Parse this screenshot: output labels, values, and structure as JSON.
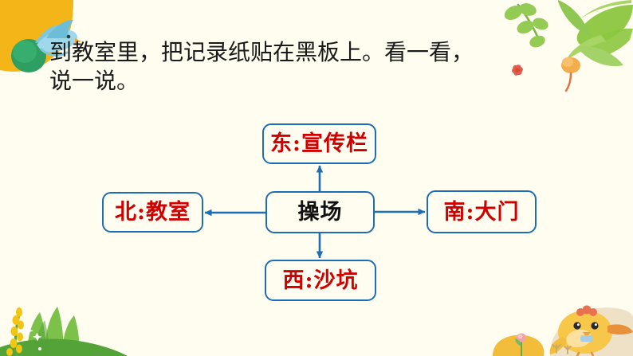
{
  "slide": {
    "background_color": "#fefdf0",
    "accent_blue": "#1f6eb4",
    "accent_red": "#d00000",
    "text_color": "#1a1a1a"
  },
  "headline": {
    "text": "到教室里，把记录纸贴在黑板上。看一看，\n说一说。"
  },
  "diagram": {
    "type": "radial-node-diagram",
    "center": {
      "id": "center",
      "label": "操场",
      "color": "#111111"
    },
    "branches": [
      {
        "id": "east",
        "label": "东:宣传栏",
        "direction": "up",
        "color": "#d00000",
        "arrow": "center-to-node"
      },
      {
        "id": "north",
        "label": "北:教室",
        "direction": "left",
        "color": "#d00000",
        "arrow": "center-to-node"
      },
      {
        "id": "south",
        "label": "南:大门",
        "direction": "right",
        "color": "#d00000",
        "arrow": "center-to-node"
      },
      {
        "id": "west",
        "label": "西:沙坑",
        "direction": "down",
        "color": "#d00000",
        "arrow": "center-to-node"
      }
    ]
  },
  "decorations": {
    "top_left": {
      "name": "bird-and-ball-decoration",
      "colors": [
        "#f5b825",
        "#8fd0e8",
        "#2e9e63"
      ]
    },
    "top_right": {
      "name": "green-leaves-decoration",
      "colors": [
        "#8cc63f",
        "#b4d96b",
        "#f0a93b",
        "#e8714f"
      ]
    },
    "bottom_left": {
      "name": "grass-and-flowers-decoration",
      "colors": [
        "#4e9e3e",
        "#7bc043",
        "#f2c318"
      ]
    },
    "bottom_right": {
      "name": "yellow-chick-decoration",
      "colors": [
        "#f5c243",
        "#ecd9b4",
        "#e8a3a0"
      ]
    }
  }
}
